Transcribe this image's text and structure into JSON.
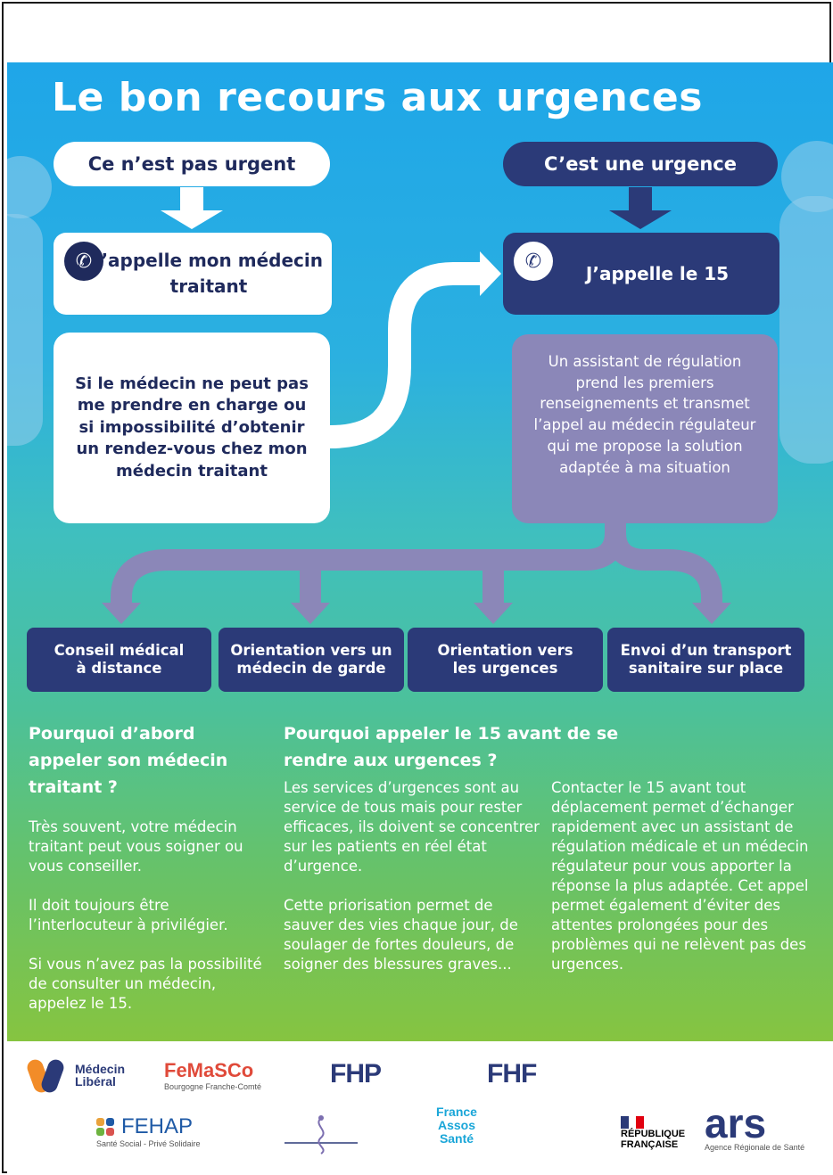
{
  "poster": {
    "title": "Le bon recours aux urgences",
    "left_pill": "Ce n’est pas urgent",
    "right_pill": "C’est une urgence",
    "call_doctor": "J’appelle mon médecin traitant",
    "call_15": "J’appelle le 15",
    "if_doctor_unavailable": "Si le médecin ne peut pas me prendre en charge ou si impossibilité d’obtenir un rendez-vous chez mon médecin traitant",
    "regulation": "Un assistant de régulation prend les premiers renseignements et transmet l’appel au médecin régulateur qui me propose la solution adaptée à ma situation",
    "outcomes": [
      "Conseil médical à distance",
      "Orientation vers un médecin de garde",
      "Orientation vers les urgences",
      "Envoi d’un transport sanitaire sur place"
    ],
    "why_doctor_heading": "Pourquoi d’abord appeler son médecin traitant ?",
    "why_doctor_paragraphs": [
      "Très souvent, votre médecin traitant peut vous soigner ou vous conseiller.",
      "Il doit toujours être l’interlocuteur à privilégier.",
      "Si vous n’avez pas la possibilité de consulter un médecin, appelez le 15."
    ],
    "why_15_heading": "Pourquoi appeler le 15 avant de se rendre aux urgences ?",
    "why_15_col1": [
      "Les services d’urgences sont au service de tous mais pour rester efficaces, ils doivent se concentrer sur les patients en réel état d’urgence.",
      "Cette priorisation permet de sauver des vies chaque jour, de soulager de fortes douleurs, de soigner des blessures graves..."
    ],
    "why_15_col2": "Contacter le 15 avant tout déplacement permet d’échanger rapidement avec un assistant de régulation médicale et un médecin régulateur pour vous apporter la réponse la plus adaptée. Cet appel permet également d’éviter des attentes prolongées pour des problèmes qui ne relèvent pas des urgences.",
    "icons": {
      "phone": "phone-icon"
    },
    "colors": {
      "navy": "#2b3a78",
      "purple": "#8b87b8",
      "sky": "#1fa6e8",
      "green": "#86c440"
    }
  },
  "logos": {
    "medecin_liberal": "Médecin Libéral",
    "femasco": "FeMaSCo",
    "femasco_sub": "Bourgogne Franche-Comté",
    "fhp": "FHP",
    "fhf": "FHF",
    "fehap": "FEHAP",
    "fehap_sub": "Santé Social - Privé Solidaire",
    "france_assos": "France Assos Santé",
    "republique": "RÉPUBLIQUE FRANÇAISE",
    "ars": "ars",
    "ars_sub": "Agence Régionale de Santé"
  }
}
